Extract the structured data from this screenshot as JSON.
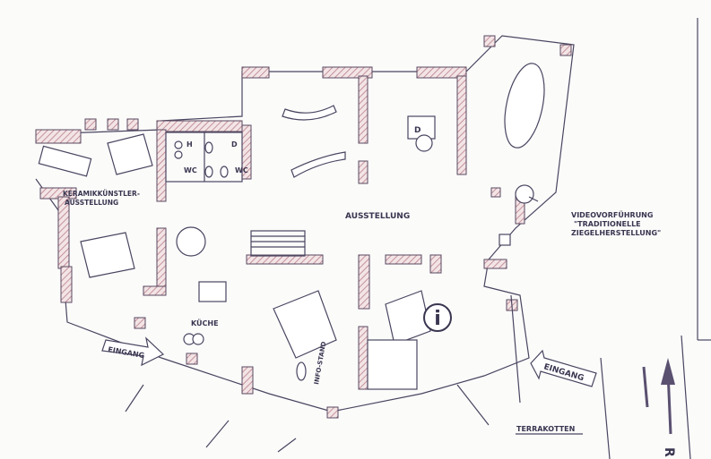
{
  "labels": {
    "keramik_line1": "KERAMIKKÜNSTLER-",
    "keramik_line2": "AUSSTELLUNG",
    "wc_h": "H",
    "wc_d": "D",
    "wc1": "WC",
    "wc2": "WC",
    "ausstellung": "AUSSTELLUNG",
    "video_line1": "VIDEOVORFÜHRUNG",
    "video_line2": "\"TRADITIONELLE",
    "video_line3": "ZIEGELHERSTELLUNG\"",
    "kueche": "KÜCHE",
    "eingang_west": "EINGANG",
    "eingang_east": "EINGANG",
    "info_stand": "INFO-STAND",
    "terrakotten": "TERRAKOTTEN",
    "info_symbol": "i",
    "d_room": "D",
    "compass": "R"
  },
  "colors": {
    "wall": "#c9a0a8",
    "ink": "#3a3550"
  }
}
